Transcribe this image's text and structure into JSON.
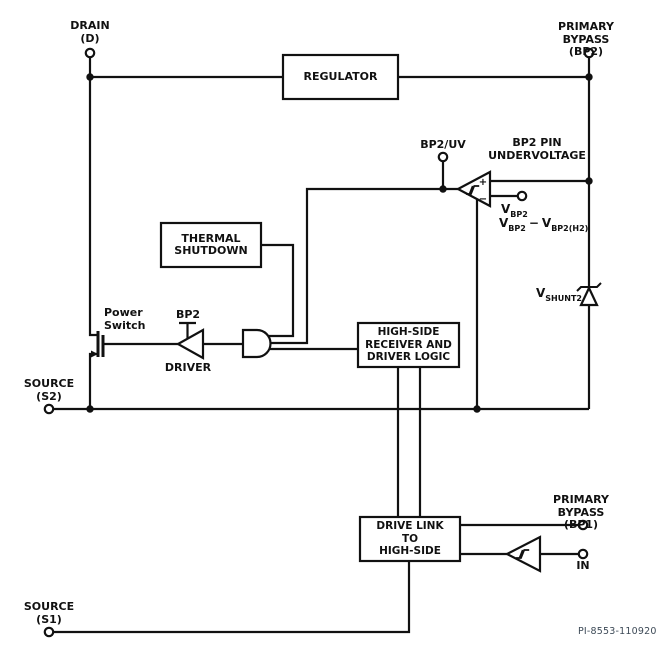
{
  "diagram": {
    "terminals": {
      "drain": "DRAIN\n(D)",
      "primary_bypass_2": "PRIMARY BYPASS\n(BP2)",
      "bp2_uv": "BP2/UV",
      "source_s2": "SOURCE\n(S2)",
      "primary_bypass_1": "PRIMARY BYPASS\n(BP1)",
      "in_pin": "IN",
      "source_s1": "SOURCE\n(S1)"
    },
    "blocks": {
      "regulator": "REGULATOR",
      "thermal_shutdown": "THERMAL\nSHUTDOWN",
      "high_side_receiver": "HIGH-SIDE\nRECEIVER AND\nDRIVER LOGIC",
      "drive_link": "DRIVE LINK\nTO\nHIGH-SIDE"
    },
    "labels": {
      "bp2_pin_undervoltage": "BP2 PIN\nUNDERVOLTAGE",
      "power_switch": "Power\nSwitch",
      "bp2_supply": "BP2",
      "driver": "DRIVER",
      "comparator_plus": "+",
      "comparator_minus": "−",
      "vbp2": {
        "base": "V",
        "sub": "BP2"
      },
      "vbp2_threshold": {
        "base1": "V",
        "sub1": "BP2",
        "operator": "−",
        "base2": "V",
        "sub2": "BP2(H2)"
      },
      "vshunt2": {
        "base": "V",
        "sub": "SHUNT2"
      }
    },
    "footer": {
      "part_number": "PI-8553-110920"
    },
    "colors": {
      "line": "#111111",
      "text": "#111111",
      "footer_text": "#3d4a57",
      "background": "#ffffff"
    }
  }
}
